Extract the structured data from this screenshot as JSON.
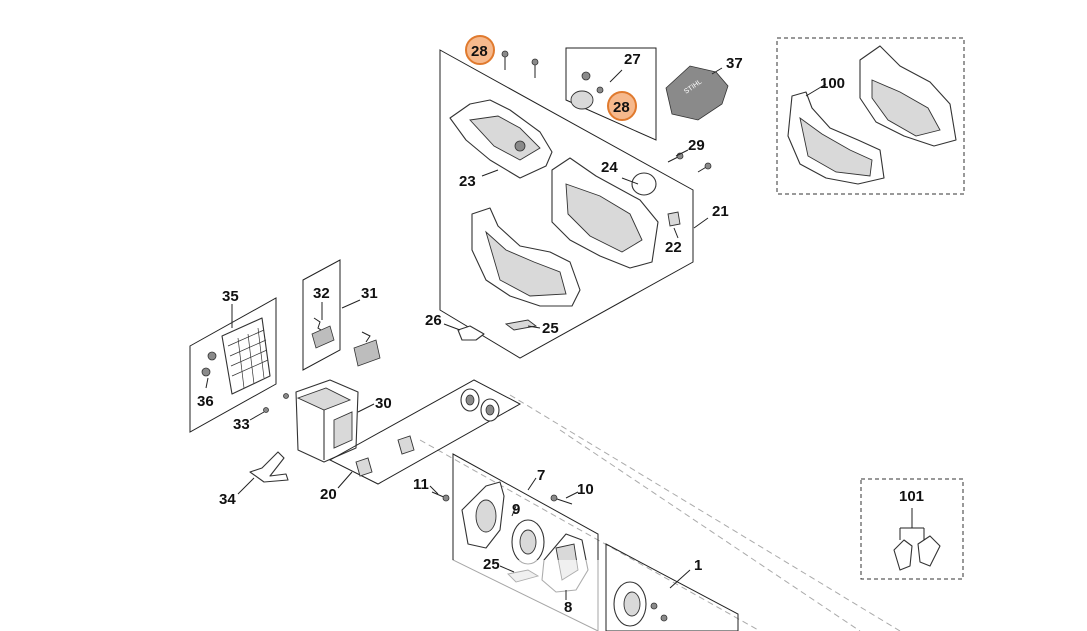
{
  "accent": {
    "highlight_fill": "#f6b98d",
    "highlight_stroke": "#e07a2e"
  },
  "labels": {
    "p1": "1",
    "p7": "7",
    "p8": "8",
    "p9": "9",
    "p10": "10",
    "p11": "11",
    "p20": "20",
    "p21": "21",
    "p22": "22",
    "p23": "23",
    "p24": "24",
    "p25a": "25",
    "p25b": "25",
    "p26": "26",
    "p27": "27",
    "p28a": "28",
    "p28b": "28",
    "p29": "29",
    "p30": "30",
    "p31": "31",
    "p32": "32",
    "p33": "33",
    "p34": "34",
    "p35": "35",
    "p36": "36",
    "p37": "37",
    "p100": "100",
    "p101": "101"
  },
  "cover_print": "STIHL"
}
